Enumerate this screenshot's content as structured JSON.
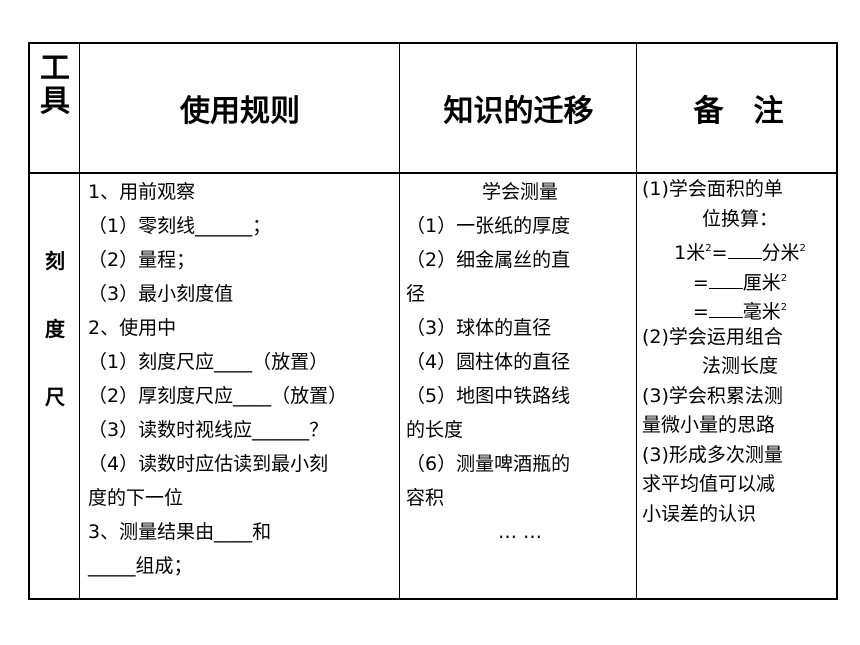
{
  "header": {
    "tool_line1": "工",
    "tool_line2": "具",
    "rules": "使用规则",
    "transfer": "知识的迁移",
    "remarks": "备　注"
  },
  "tool_name": [
    "刻",
    "度",
    "尺"
  ],
  "rules_lines": [
    "1、用前观察",
    "（1）零刻线______；",
    "（2）量程；",
    "（3）最小刻度值",
    "2、使用中",
    "（1）刻度尺应____（放置）",
    "（2）厚刻度尺应____（放置）",
    "（3）读数时视线应______？",
    "（4）读数时应估读到最小刻",
    "度的下一位",
    "3、测量结果由____和",
    "_____组成；"
  ],
  "transfer_lines": [
    "学会测量",
    "（1）一张纸的厚度",
    "（2）细金属丝的直",
    "径",
    "（3）球体的直径",
    "（4）圆柱体的直径",
    "（5）地图中铁路线",
    "的长度",
    "（6）测量啤酒瓶的",
    "容积",
    "… …"
  ],
  "remarks_lines": {
    "r1a": "(1)学会面积的单",
    "r1b": "位换算：",
    "conv1_pre": "1米",
    "conv1_mid": "=",
    "conv1_unit": "分米",
    "conv2_pre": "=",
    "conv2_unit": "厘米",
    "conv3_pre": "=",
    "conv3_unit": "毫米",
    "sq": "2",
    "r2a": "(2)学会运用组合",
    "r2b": "法测长度",
    "r3a": "(3)学会积累法测",
    "r3b": "量微小量的思路",
    "r4a": "(3)形成多次测量",
    "r4b": "求平均值可以减",
    "r4c": "小误差的认识"
  }
}
